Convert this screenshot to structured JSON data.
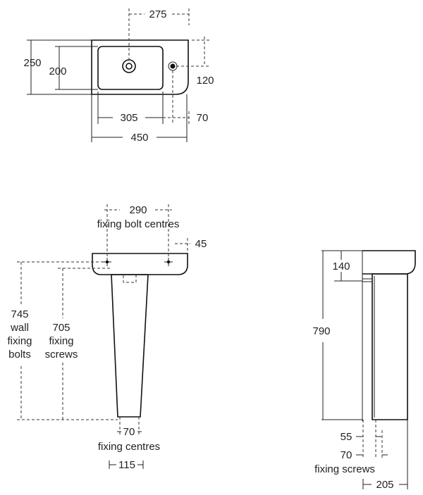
{
  "top_view": {
    "dim_275": "275",
    "dim_250": "250",
    "dim_200": "200",
    "dim_120": "120",
    "dim_305": "305",
    "dim_70": "70",
    "dim_450": "450"
  },
  "front_view": {
    "dim_290": "290",
    "fixing_bolt_centres": "fixing bolt centres",
    "dim_45": "45",
    "dim_745": "745",
    "wall": "wall",
    "fixing_1": "fixing",
    "bolts": "bolts",
    "dim_705": "705",
    "fixing_2": "fixing",
    "screws": "screws",
    "dim_70": "70",
    "fixing_centres": "fixing centres",
    "dim_115": "115"
  },
  "side_view": {
    "dim_140": "140",
    "dim_790": "790",
    "dim_55": "55",
    "dim_70": "70",
    "fixing_screws": "fixing screws",
    "dim_205": "205"
  }
}
